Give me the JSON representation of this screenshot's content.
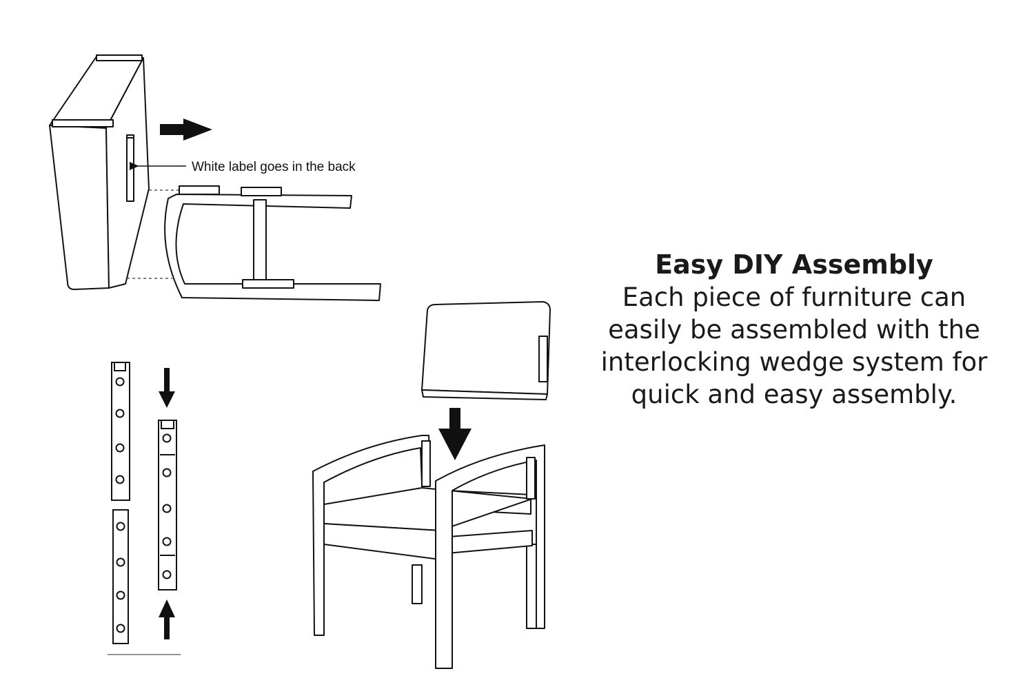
{
  "diagram": {
    "callout_label": "White label goes in the back"
  },
  "info": {
    "heading": "Easy DIY Assembly",
    "body": "Each piece of furniture can easily be assembled with the interlocking wedge system for quick and easy assembly."
  }
}
